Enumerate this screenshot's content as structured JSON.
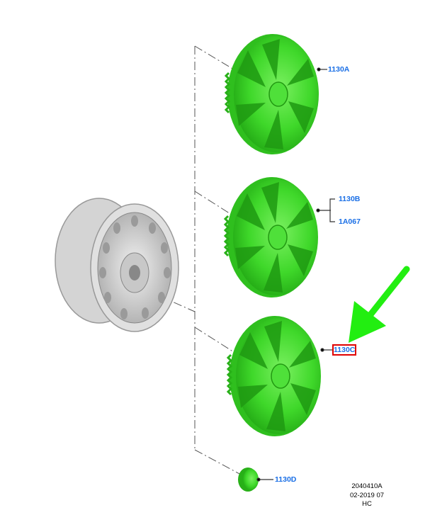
{
  "parts": [
    {
      "id": "1130A"
    },
    {
      "id": "1130B"
    },
    {
      "id": "1A067"
    },
    {
      "id": "1130C",
      "highlighted": true
    },
    {
      "id": "1130D"
    }
  ],
  "footer": {
    "illustration_id": "2040410A",
    "date": "02-2019 07",
    "code": "HC"
  },
  "colors": {
    "part_green": "#33dd22",
    "label_blue": "#1a6fe6",
    "highlight": "#e00000",
    "arrow": "#22ee11"
  }
}
